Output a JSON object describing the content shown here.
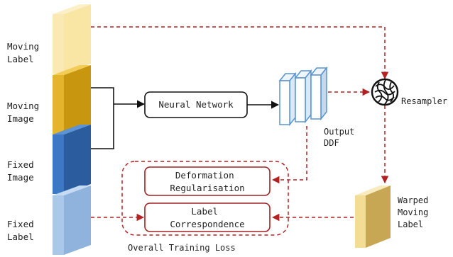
{
  "inputs": {
    "moving_label": [
      "Moving",
      "Label"
    ],
    "moving_image": [
      "Moving",
      "Image"
    ],
    "fixed_image": [
      "Fixed",
      "Image"
    ],
    "fixed_label": [
      "Fixed",
      "Label"
    ]
  },
  "network": {
    "label": "Neural Network"
  },
  "ddf": {
    "label": [
      "Output",
      "DDF"
    ]
  },
  "resampler": {
    "label": "Resampler"
  },
  "warped": {
    "label": [
      "Warped",
      "Moving",
      "Label"
    ]
  },
  "loss": {
    "deformation": [
      "Deformation",
      "Regularisation"
    ],
    "correspondence": [
      "Label",
      "Correspondence"
    ],
    "overall": "Overall Training Loss"
  },
  "colors": {
    "dashed_red": "#b22222",
    "box_border": "#a02020",
    "label_yellow": "#f6dc8e",
    "image_gold": "#e2b22c",
    "image_blue": "#3d78c4",
    "label_lightblue": "#a9c8ea"
  }
}
